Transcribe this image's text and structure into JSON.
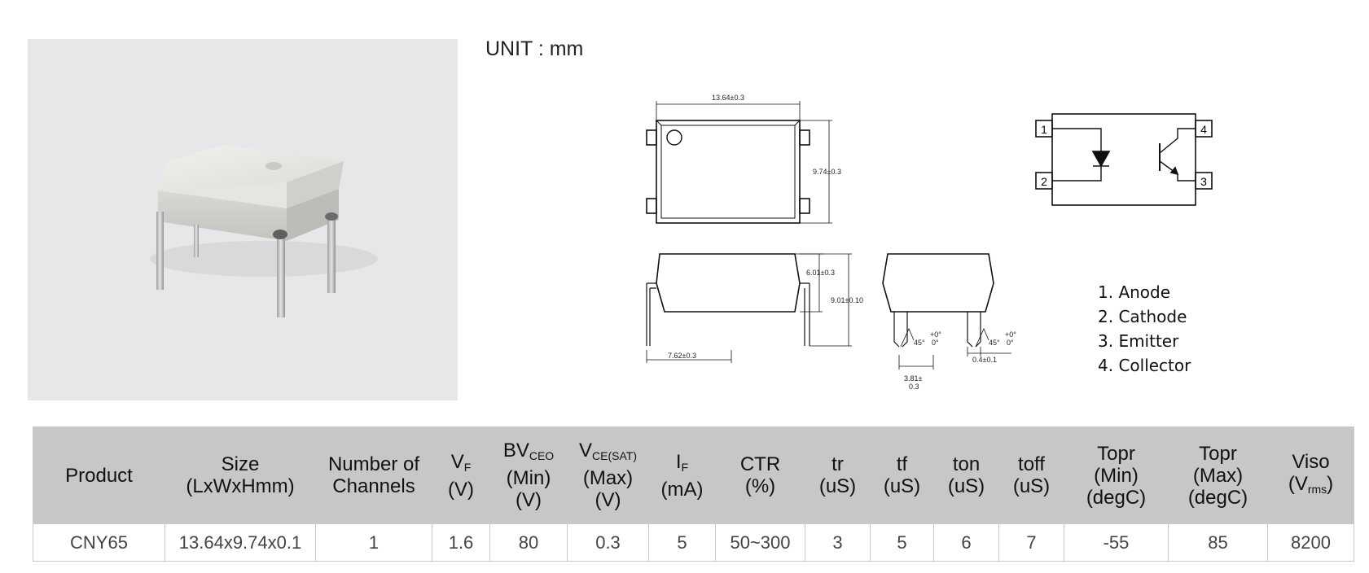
{
  "photo": {
    "alt_icon": "ic-package-photo"
  },
  "unit_label": "UNIT : mm",
  "dimensions": {
    "length": "13.64±0.3",
    "width": "9.74±0.3",
    "body_height": "6.01±0.3",
    "total_height": "9.01±0.10",
    "row_spacing": "7.62±0.3",
    "pin_pitch_a": "3.81±",
    "pin_pitch_b": "0.3",
    "pin_width": "0.4±0.1",
    "angle": "45°",
    "tol_plus": "+0°",
    "tol_minus": "0°"
  },
  "schematic": {
    "pin1": "1",
    "pin2": "2",
    "pin3": "3",
    "pin4": "4"
  },
  "pins": [
    "1. Anode",
    "2. Cathode",
    "3. Emitter",
    "4. Collector"
  ],
  "table": {
    "headers": {
      "product": "Product",
      "size_1": "Size",
      "size_2": "(LxWxHmm)",
      "channels_1": "Number of",
      "channels_2": "Channels",
      "vf_main": "V",
      "vf_sub": "F",
      "vf_unit": "(V)",
      "bv_main": "BV",
      "bv_sub": "CEO",
      "bv_2": "(Min)",
      "bv_3": "(V)",
      "vce_main": "V",
      "vce_sub": "CE(SAT)",
      "vce_2": "(Max)",
      "vce_3": "(V)",
      "if_main": "I",
      "if_sub": "F",
      "if_unit": "(mA)",
      "ctr_1": "CTR",
      "ctr_2": "(%)",
      "tr_1": "tr",
      "tr_2": "(uS)",
      "tf_1": "tf",
      "tf_2": "(uS)",
      "ton_1": "ton",
      "ton_2": "(uS)",
      "toff_1": "toff",
      "toff_2": "(uS)",
      "topr_min_1": "Topr",
      "topr_min_2": "(Min)",
      "topr_min_3": "(degC)",
      "topr_max_1": "Topr",
      "topr_max_2": "(Max)",
      "topr_max_3": "(degC)",
      "viso_1": "Viso",
      "viso_2a": "(V",
      "viso_sub": "rms",
      "viso_2b": ")"
    },
    "rows": [
      [
        "CNY65",
        "13.64x9.74x0.1",
        "1",
        "1.6",
        "80",
        "0.3",
        "5",
        "50~300",
        "3",
        "5",
        "6",
        "7",
        "-55",
        "85",
        "8200"
      ]
    ]
  }
}
